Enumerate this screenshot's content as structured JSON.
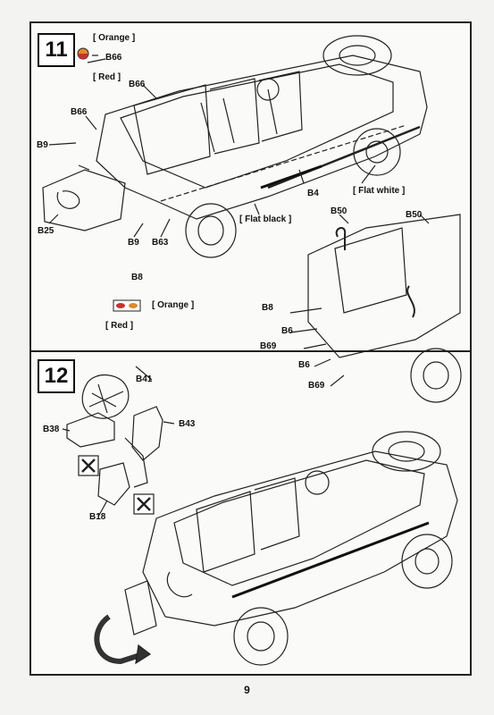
{
  "steps": [
    {
      "number": "11"
    },
    {
      "number": "12"
    }
  ],
  "labels": {
    "orange_top": "[ Orange ]",
    "b66_top": "B66",
    "red_top": "[ Red ]",
    "b66_mid": "B66",
    "b66_left": "B66",
    "b9_left": "B9",
    "b25": "B25",
    "b9_bottom": "B9",
    "b63": "B63",
    "b4": "B4",
    "flat_black": "[ Flat black ]",
    "flat_white": "[ Flat white ]",
    "b50_a": "B50",
    "b50_b": "B50",
    "b8_top": "B8",
    "orange_mid": "[ Orange ]",
    "red_mid": "[ Red ]",
    "b8_right": "B8",
    "b6_a": "B6",
    "b69_a": "B69",
    "b6_b": "B6",
    "b69_b": "B69",
    "b41": "B41",
    "b38": "B38",
    "b43": "B43",
    "b18": "B18"
  },
  "colors": {
    "orange": "#e08a2c",
    "red": "#c8322c"
  },
  "icons": [
    "tool-cross-icon",
    "tool-cross-icon"
  ],
  "page_number": "9"
}
